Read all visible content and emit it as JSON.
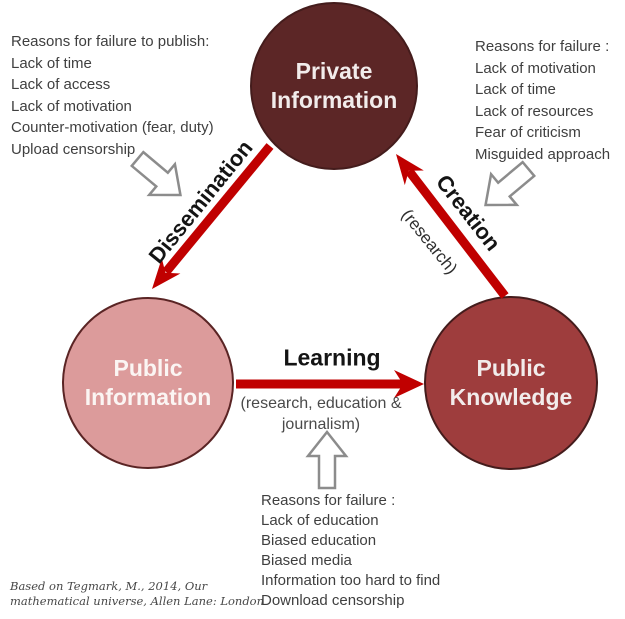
{
  "nodes": {
    "private_information": {
      "lines": [
        "Private",
        "Information"
      ]
    },
    "public_information": {
      "lines": [
        "Public",
        "Information"
      ]
    },
    "public_knowledge": {
      "lines": [
        "Public",
        "Knowledge"
      ]
    }
  },
  "edges": {
    "dissemination": {
      "label": "Dissemination"
    },
    "creation": {
      "label": "Creation",
      "sublabel": "(research)"
    },
    "learning": {
      "label": "Learning",
      "sublabel_lines": [
        "(research, education &",
        "journalism)"
      ]
    }
  },
  "notes": {
    "top_left": {
      "lines": [
        "Reasons for failure to publish:",
        "Lack of time",
        "Lack of access",
        "Lack of motivation",
        "Counter-motivation (fear, duty)",
        "Upload censorship"
      ]
    },
    "top_right": {
      "lines": [
        "Reasons for failure :",
        "Lack of motivation",
        "Lack of time",
        "Lack of resources",
        "Fear of criticism",
        "Misguided approach"
      ]
    },
    "bottom_center": {
      "lines": [
        "Reasons for failure :",
        "Lack of education",
        "Biased education",
        "Biased media",
        "Information too hard to find",
        "Download censorship"
      ]
    }
  },
  "citation": {
    "lines": [
      "Based on Tegmark, M., 2014, Our",
      "mathematical universe, Allen Lane: London"
    ]
  },
  "icons": {
    "block_arrow_se": "outlined block arrow pointing down-right",
    "block_arrow_sw": "outlined block arrow pointing down-left",
    "block_arrow_up": "outlined block arrow pointing up"
  },
  "colors": {
    "private_fill": "#5C2626",
    "public_information_fill": "#DC9B9B",
    "public_knowledge_fill": "#9E3D3D",
    "circle_border": "#441C1C",
    "arrow_red": "#C00000",
    "block_arrow_stroke": "#8C8C8C",
    "note_text": "#3F3F3F",
    "circle_text": "#F2ECEB"
  }
}
